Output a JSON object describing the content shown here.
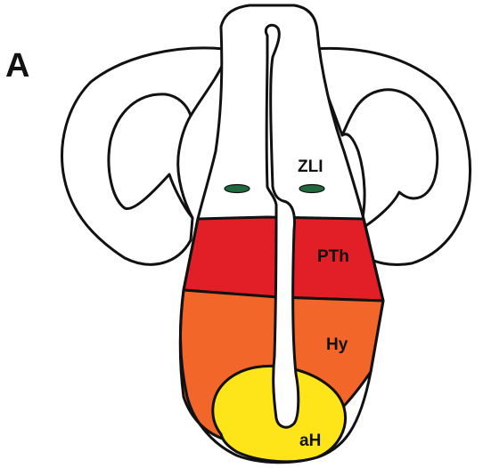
{
  "panel_label": "A",
  "labels": {
    "zli": "ZLI",
    "pth": "PTh",
    "hy": "Hy",
    "ah": "aH"
  },
  "colors": {
    "pth": "#e21e26",
    "hy": "#f2662a",
    "ah": "#fde51a",
    "zli_marks": "#1e6a3c",
    "outline": "#111111"
  }
}
